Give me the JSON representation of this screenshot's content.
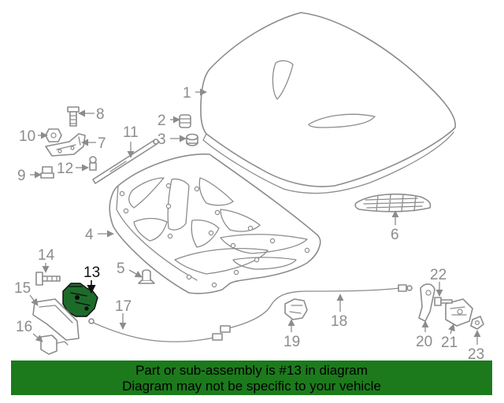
{
  "diagram": {
    "callouts": [
      "1",
      "2",
      "3",
      "4",
      "5",
      "6",
      "7",
      "8",
      "9",
      "10",
      "11",
      "12",
      "13",
      "14",
      "15",
      "16",
      "17",
      "18",
      "19",
      "20",
      "21",
      "22",
      "23"
    ],
    "highlighted_callout": "13",
    "highlight_color": "#1d6b2a",
    "line_color": "#8c8c8c"
  },
  "banner": {
    "line1": "Part or sub-assembly is #13 in diagram",
    "line2": "Diagram may not be specific to your vehicle",
    "background": "#1c7a1c"
  }
}
